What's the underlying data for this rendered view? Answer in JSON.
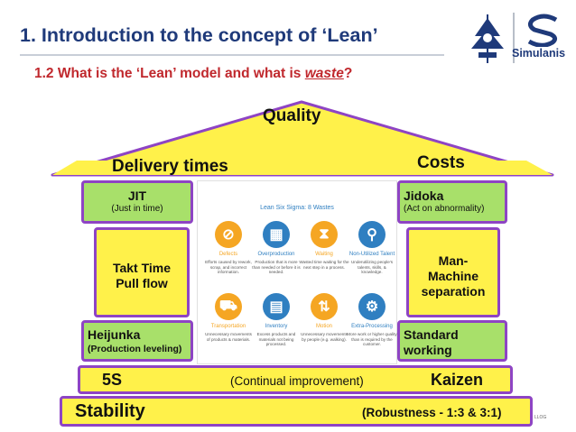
{
  "slide": {
    "title": "1. Introduction to the concept of ‘Lean’",
    "subtitle_prefix": "1.2 What is the ‘Lean’ model and what is ",
    "subtitle_emphasis": "waste",
    "subtitle_suffix": "?"
  },
  "logos": {
    "simulanis": "Simulanis"
  },
  "house": {
    "roof_label": "Quality",
    "delivery_label": "Delivery times",
    "costs_label": "Costs",
    "left_pillar": {
      "top_title": "JIT",
      "top_sub": "(Just in time)",
      "mid_line1": "Takt Time",
      "mid_line2": "Pull flow",
      "bottom_title": "Heijunka",
      "bottom_sub": "(Production leveling)"
    },
    "right_pillar": {
      "top_title": "Jidoka",
      "top_sub": "(Act on abnormality)",
      "mid_line1": "Man-",
      "mid_line2": "Machine",
      "mid_line3": "separation",
      "bottom_line1": "Standard",
      "bottom_line2": "working"
    },
    "five_s_bar": {
      "left": "5S",
      "center": "(Continual improvement)",
      "right": "Kaizen"
    },
    "stability_bar": {
      "left": "Stability",
      "right": "(Robustness - 1:3 & 3:1)",
      "corner": "LLOG"
    }
  },
  "wastes_panel": {
    "title": "Lean Six Sigma: 8 Wastes",
    "items": [
      {
        "name": "Defects",
        "desc": "Efforts caused by rework, scrap, and incorrect information.",
        "color": "#f5a623",
        "icon": "⊘"
      },
      {
        "name": "Overproduction",
        "desc": "Production that is more than needed or before it is needed.",
        "color": "#2f7fc1",
        "icon": "▦"
      },
      {
        "name": "Waiting",
        "desc": "Wasted time waiting for the next step in a process.",
        "color": "#f5a623",
        "icon": "⧗"
      },
      {
        "name": "Non-Utilized Talent",
        "desc": "Underutilizing people's talents, skills, & knowledge.",
        "color": "#2f7fc1",
        "icon": "⚲"
      },
      {
        "name": "Transportation",
        "desc": "Unnecessary movements of products & materials.",
        "color": "#f5a623",
        "icon": "⛟"
      },
      {
        "name": "Inventory",
        "desc": "Excess products and materials not being processed.",
        "color": "#2f7fc1",
        "icon": "▤"
      },
      {
        "name": "Motion",
        "desc": "Unnecessary movements by people (e.g. walking).",
        "color": "#f5a623",
        "icon": "⇅"
      },
      {
        "name": "Extra-Processing",
        "desc": "More work or higher quality than is required by the customer.",
        "color": "#2f7fc1",
        "icon": "⚙"
      }
    ]
  },
  "colors": {
    "title_blue": "#1f3a7a",
    "subtitle_red": "#c0282d",
    "pillar_green": "#a8e06a",
    "roof_yellow": "#fff14a",
    "border_purple": "#8e44c4"
  }
}
